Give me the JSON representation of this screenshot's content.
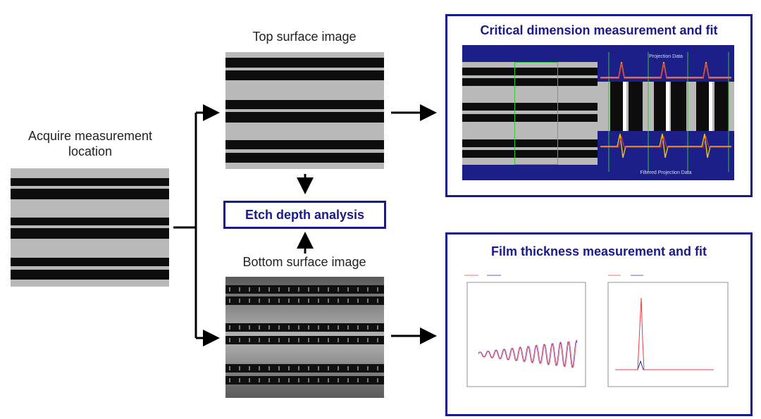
{
  "labels": {
    "acquire": "Acquire measurement location",
    "top_surface": "Top surface image",
    "bottom_surface": "Bottom surface image",
    "etch_depth": "Etch depth analysis",
    "cd_title": "Critical dimension measurement and fit",
    "film_title": "Film thickness measurement and fit",
    "projection_data": "Projection Data",
    "filtered_projection_data": "Filtered Projection Data"
  },
  "colors": {
    "accent": "#1a1a8c",
    "arrow": "#000000",
    "panel_blue": "#1b1f87"
  }
}
